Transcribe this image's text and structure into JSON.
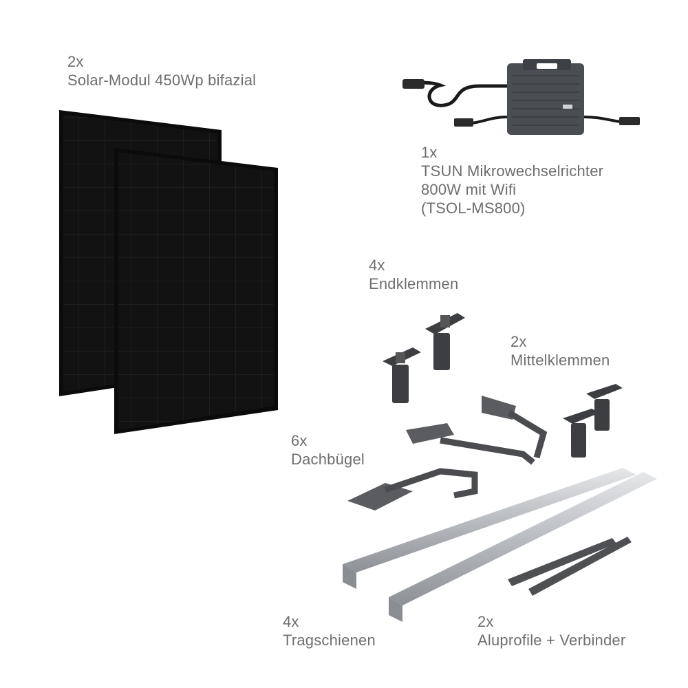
{
  "colors": {
    "text": "#6e6e6e",
    "panel": "#111111",
    "inverter": "#4a4d52",
    "aluminium": "#c9ccd0",
    "steel": "#3c3e42"
  },
  "items": {
    "solar_module": {
      "count": "2x",
      "name": "Solar-Modul 450Wp bifazial"
    },
    "inverter": {
      "count": "1x",
      "line1": "TSUN Mikrowechselrichter",
      "line2": "800W mit Wifi",
      "line3": "(TSOL-MS800)"
    },
    "end_clamps": {
      "count": "4x",
      "name": "Endklemmen"
    },
    "middle_clamps": {
      "count": "2x",
      "name": "Mittelklemmen"
    },
    "roof_hooks": {
      "count": "6x",
      "name": "Dachbügel"
    },
    "rails": {
      "count": "4x",
      "name": "Tragschienen"
    },
    "profiles": {
      "count": "2x",
      "name": "Aluprofile + Verbinder"
    }
  }
}
